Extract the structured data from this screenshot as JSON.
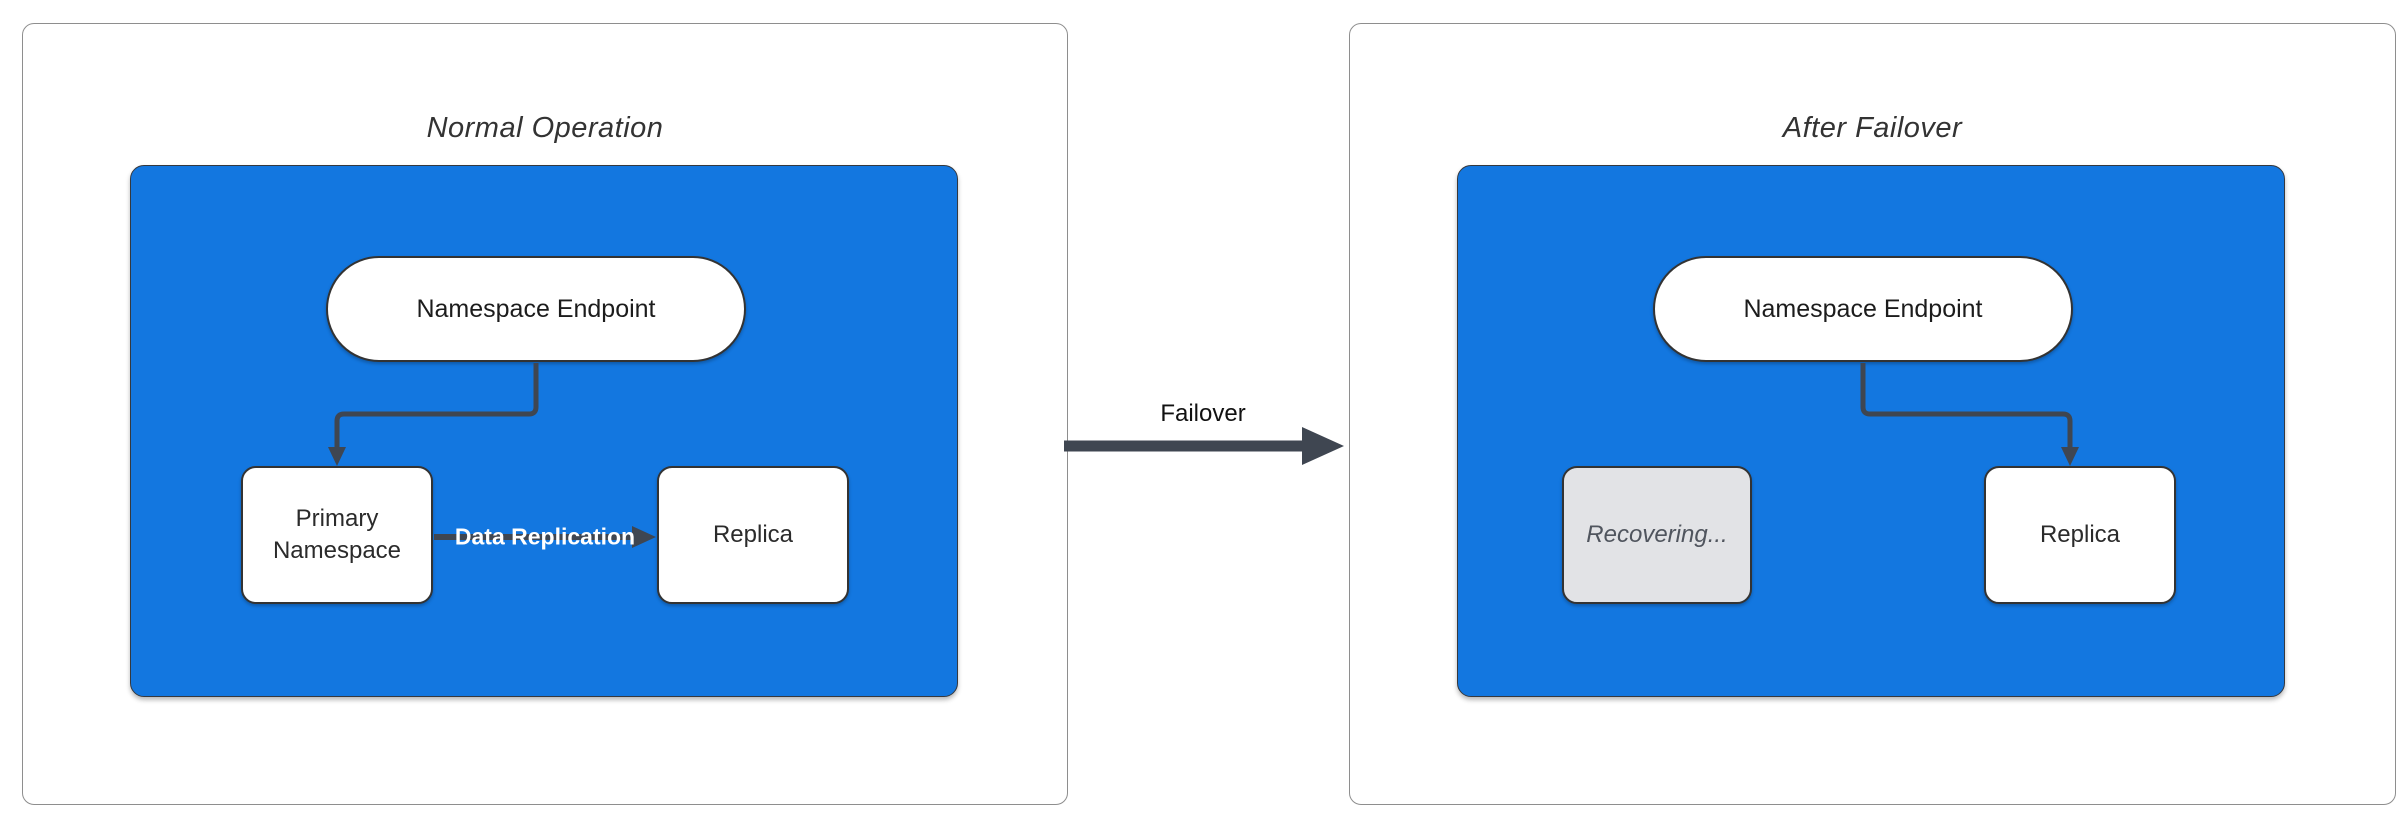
{
  "colors": {
    "cluster_fill": "#1377E0",
    "node_border": "#333333",
    "edge": "#3F4651",
    "panel_border": "#8E8E8E",
    "recovering_fill": "#E2E3E6",
    "recovering_text": "#50555E",
    "title_text": "#333333",
    "node_text": "#2B2B2B",
    "edge_label_light": "#FFFFFF",
    "edge_label_dark": "#111111"
  },
  "left_panel": {
    "title": "Normal Operation",
    "endpoint_label": "Namespace Endpoint",
    "primary_label": "Primary Namespace",
    "replica_label": "Replica",
    "replication_edge_label": "Data Replication"
  },
  "transition": {
    "label": "Failover"
  },
  "right_panel": {
    "title": "After Failover",
    "endpoint_label": "Namespace Endpoint",
    "recovering_label": "Recovering...",
    "replica_label": "Replica"
  }
}
